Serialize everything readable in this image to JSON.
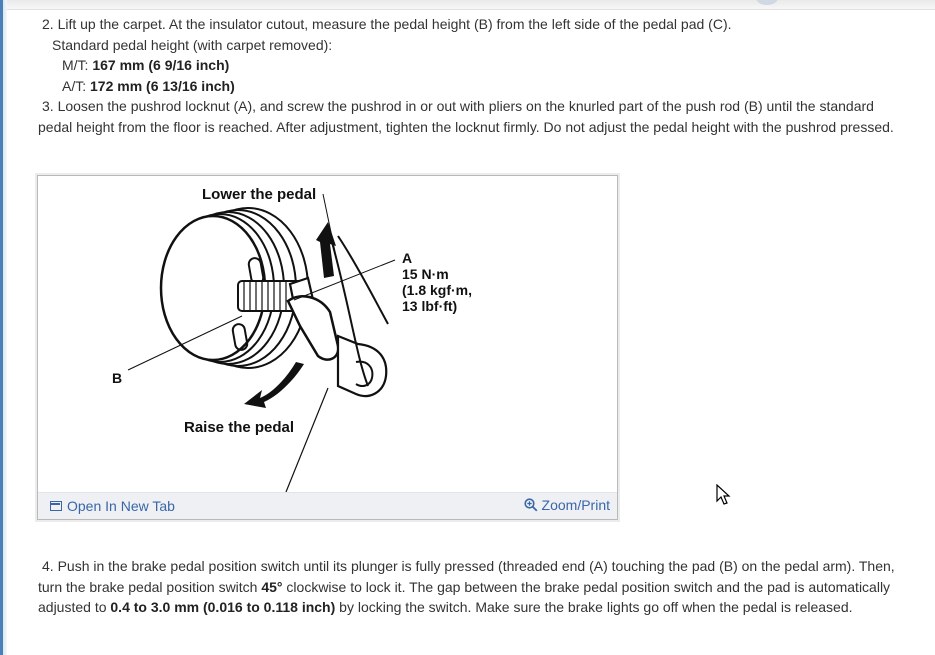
{
  "step2": {
    "text": "2. Lift up the carpet. At the insulator cutout, measure the pedal height (B) from the left side of the pedal pad (C).",
    "std_label": "Standard pedal height (with carpet removed):",
    "mt_label": "M/T: ",
    "mt_value": "167 mm (6 9/16 inch)",
    "at_label": "A/T: ",
    "at_value": "172 mm (6 13/16 inch)"
  },
  "step3": {
    "line1": "3. Loosen the pushrod locknut (A), and screw the pushrod in or out with pliers on the knurled part of the push rod (B) until the standard",
    "line2": "pedal height from the floor is reached. After adjustment, tighten the locknut firmly. Do not adjust the pedal height with the pushrod pressed."
  },
  "figure": {
    "label_lower": "Lower the pedal",
    "label_raise": "Raise the pedal",
    "label_a": "A",
    "torque_1": "15 N·m",
    "torque_2": "(1.8 kgf·m,",
    "torque_3": "13 lbf·ft)",
    "label_b": "B",
    "open_tab": "Open In New Tab",
    "zoom_print": "Zoom/Print"
  },
  "step4": {
    "line1": "4. Push in the brake pedal position switch until its plunger is fully pressed (threaded end (A) touching the pad (B) on the pedal arm). Then,",
    "line2a": "turn the brake pedal position switch ",
    "line2b": "45°",
    "line2c": " clockwise to lock it. The gap between the brake pedal position switch and the pad is automatically",
    "line3a": "adjusted to ",
    "line3b": "0.4 to 3.0 mm (0.016 to 0.118 inch)",
    "line3c": " by locking the switch. Make sure the brake lights go off when the pedal is released."
  },
  "icons": {
    "open_tab_icon": "open-in-new-tab-icon",
    "zoom_icon": "magnifier-plus-icon",
    "cursor": "mouse-pointer-icon"
  },
  "colors": {
    "link": "#3a66a8",
    "footer_bg": "#eef0f4",
    "left_accent": "#4a7fb8"
  }
}
